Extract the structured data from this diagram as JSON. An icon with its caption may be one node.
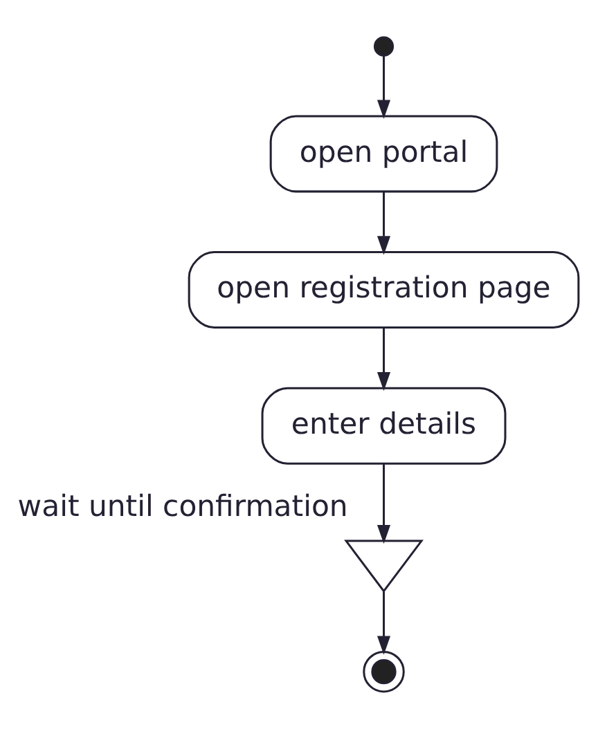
{
  "diagram": {
    "nodes": [
      {
        "text": [],
        "shape": "dot"
      },
      {
        "text": [
          "open portal"
        ]
      },
      {
        "text": [
          "open registration page"
        ]
      },
      {
        "text": [
          "enter details"
        ]
      },
      {
        "text": [],
        "shape": "hourglass",
        "beside": [
          "wait until confirmation"
        ]
      },
      {
        "text": [],
        "shape": "bullseye"
      }
    ],
    "edges": [
      {
        "from": 0,
        "to": 1,
        "arrow": "to"
      },
      {
        "from": 1,
        "to": 2,
        "arrow": "to"
      },
      {
        "from": 2,
        "to": 3,
        "arrow": "to"
      },
      {
        "from": 3,
        "to": 4,
        "arrow": "to"
      },
      {
        "from": 4,
        "to": 5,
        "arrow": "to"
      }
    ]
  }
}
